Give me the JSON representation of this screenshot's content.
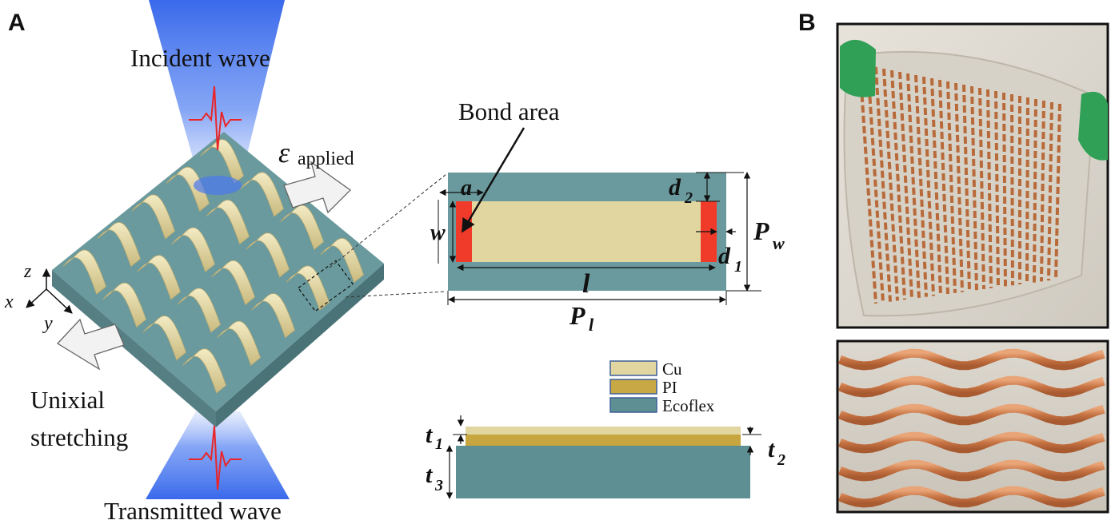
{
  "panels": {
    "a": "A",
    "b": "B"
  },
  "panel_a": {
    "incident_label": "Incident wave",
    "transmitted_label": "Transmitted wave",
    "strain_symbol": "ε",
    "strain_subscript": "applied",
    "stretch_line1": "Unixial",
    "stretch_line2": "stretching",
    "axes": {
      "z": "z",
      "x": "x",
      "y": "y"
    },
    "bond_label": "Bond area",
    "dims": {
      "a": "a",
      "w": "w",
      "d": "d",
      "d2_sub": "2",
      "d1_sub": "1",
      "P": "P",
      "Pw_sub": "w",
      "Pl_sub": "l",
      "l": "l",
      "t": "t",
      "t1_sub": "1",
      "t2_sub": "2",
      "t3_sub": "3"
    },
    "legend": [
      {
        "label": "Cu",
        "color": "#e2d6a0"
      },
      {
        "label": "PI",
        "color": "#c8a845"
      },
      {
        "label": "Ecoflex",
        "color": "#5e8f93"
      }
    ]
  },
  "colors": {
    "beam": "#3a6ff0",
    "pulse": "#e8262a",
    "substrate": "#6a9a9d",
    "copper_strip": "#e6dba8",
    "bond": "#f03a2a",
    "pi": "#c7a53f"
  }
}
